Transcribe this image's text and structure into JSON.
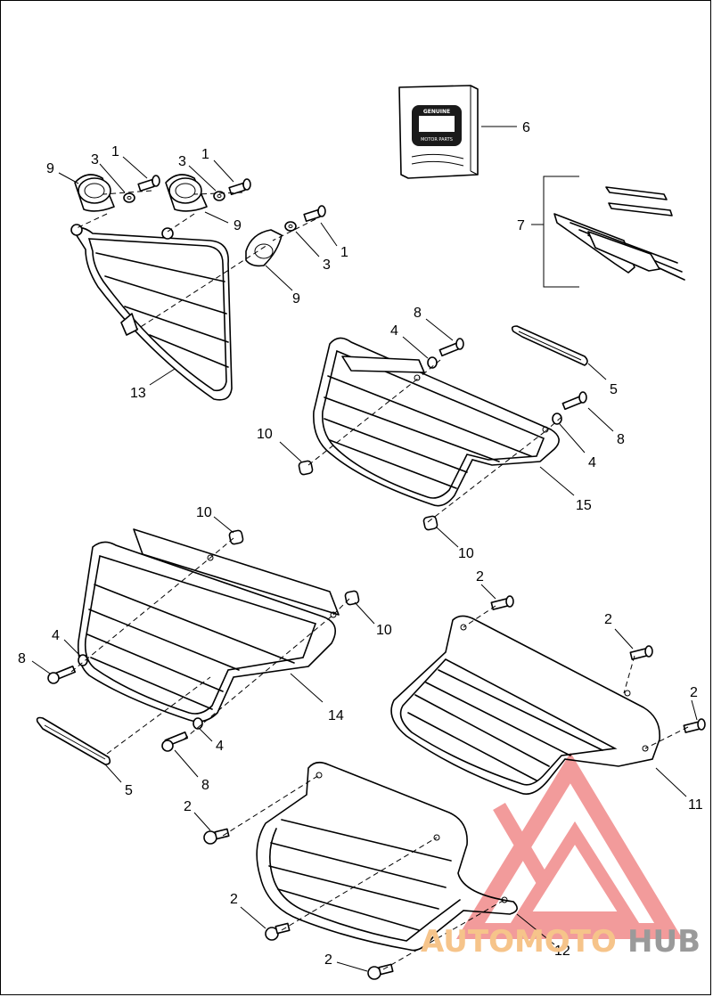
{
  "callouts": [
    {
      "id": "c1",
      "text": "1"
    },
    {
      "id": "c2",
      "text": "1"
    },
    {
      "id": "c3",
      "text": "1"
    },
    {
      "id": "c4",
      "text": "2"
    },
    {
      "id": "c5",
      "text": "2"
    },
    {
      "id": "c6",
      "text": "2"
    },
    {
      "id": "c7",
      "text": "2"
    },
    {
      "id": "c8",
      "text": "2"
    },
    {
      "id": "c9",
      "text": "2"
    },
    {
      "id": "c10",
      "text": "3"
    },
    {
      "id": "c11",
      "text": "3"
    },
    {
      "id": "c12",
      "text": "3"
    },
    {
      "id": "c13",
      "text": "4"
    },
    {
      "id": "c14",
      "text": "4"
    },
    {
      "id": "c15",
      "text": "4"
    },
    {
      "id": "c16",
      "text": "4"
    },
    {
      "id": "c17",
      "text": "5"
    },
    {
      "id": "c18",
      "text": "5"
    },
    {
      "id": "c19",
      "text": "6"
    },
    {
      "id": "c20",
      "text": "7"
    },
    {
      "id": "c21",
      "text": "8"
    },
    {
      "id": "c22",
      "text": "8"
    },
    {
      "id": "c23",
      "text": "8"
    },
    {
      "id": "c24",
      "text": "8"
    },
    {
      "id": "c25",
      "text": "9"
    },
    {
      "id": "c26",
      "text": "9"
    },
    {
      "id": "c27",
      "text": "9"
    },
    {
      "id": "c28",
      "text": "10"
    },
    {
      "id": "c29",
      "text": "10"
    },
    {
      "id": "c30",
      "text": "10"
    },
    {
      "id": "c31",
      "text": "10"
    },
    {
      "id": "c32",
      "text": "11"
    },
    {
      "id": "c33",
      "text": "12"
    },
    {
      "id": "c34",
      "text": "13"
    },
    {
      "id": "c35",
      "text": "14"
    },
    {
      "id": "c36",
      "text": "15"
    }
  ],
  "manual_badge": {
    "line1": "GENUINE",
    "line2": "MOTOR PARTS"
  },
  "watermark": {
    "text_part1": "AUTOMOTO",
    "text_part2": "HUB",
    "color_primary": "#f08a8a",
    "color_accent": "#f6c48a",
    "color_dark": "#9a9a9a"
  }
}
